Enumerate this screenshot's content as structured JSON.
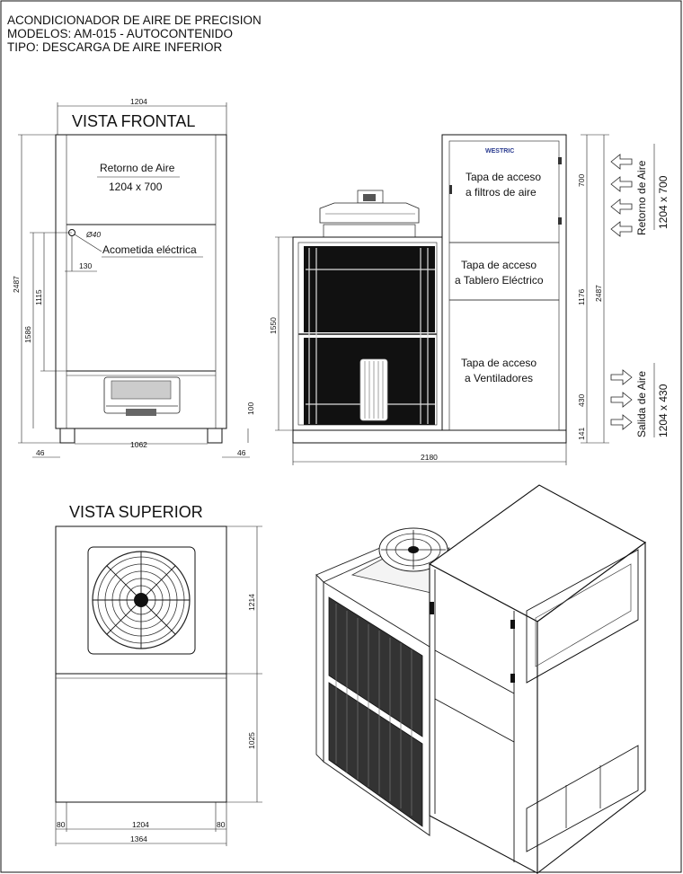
{
  "header": {
    "line1": "ACONDICIONADOR DE AIRE DE PRECISION",
    "line2": "MODELOS: AM-015 - AUTOCONTENIDO",
    "line3": "TIPO: DESCARGA DE AIRE INFERIOR"
  },
  "front_view": {
    "title": "VISTA FRONTAL",
    "return_label": "Retorno de Aire",
    "return_size": "1204 x 700",
    "electric_label": "Acometida eléctrica",
    "hole_label": "Ø40",
    "dims": {
      "width_top": "1204",
      "height_total": "2487",
      "height_1586": "1586",
      "height_1115": "1115",
      "offset_130": "130",
      "base_100": "100",
      "foot_46_left": "46",
      "foot_46_right": "46",
      "base_1062": "1062"
    }
  },
  "side_view": {
    "brand": "WESTRIC",
    "panel1_line1": "Tapa de acceso",
    "panel1_line2": "a filtros de aire",
    "panel2_line1": "Tapa de acceso",
    "panel2_line2": "a Tablero Eléctrico",
    "panel3_line1": "Tapa de acceso",
    "panel3_line2": "a Ventiladores",
    "return_label": "Retorno de Aire",
    "return_size": "1204 x 700",
    "supply_label": "Salida de Aire",
    "supply_size": "1204 x 430",
    "dims": {
      "height_1550": "1550",
      "d700": "700",
      "d1176": "1176",
      "d430": "430",
      "d141": "141",
      "d2487": "2487",
      "d2180": "2180"
    }
  },
  "top_view": {
    "title": "VISTA SUPERIOR",
    "dims": {
      "d1214": "1214",
      "d1025": "1025",
      "d80_left": "80",
      "d80_right": "80",
      "d1204": "1204",
      "d1364": "1364"
    }
  }
}
